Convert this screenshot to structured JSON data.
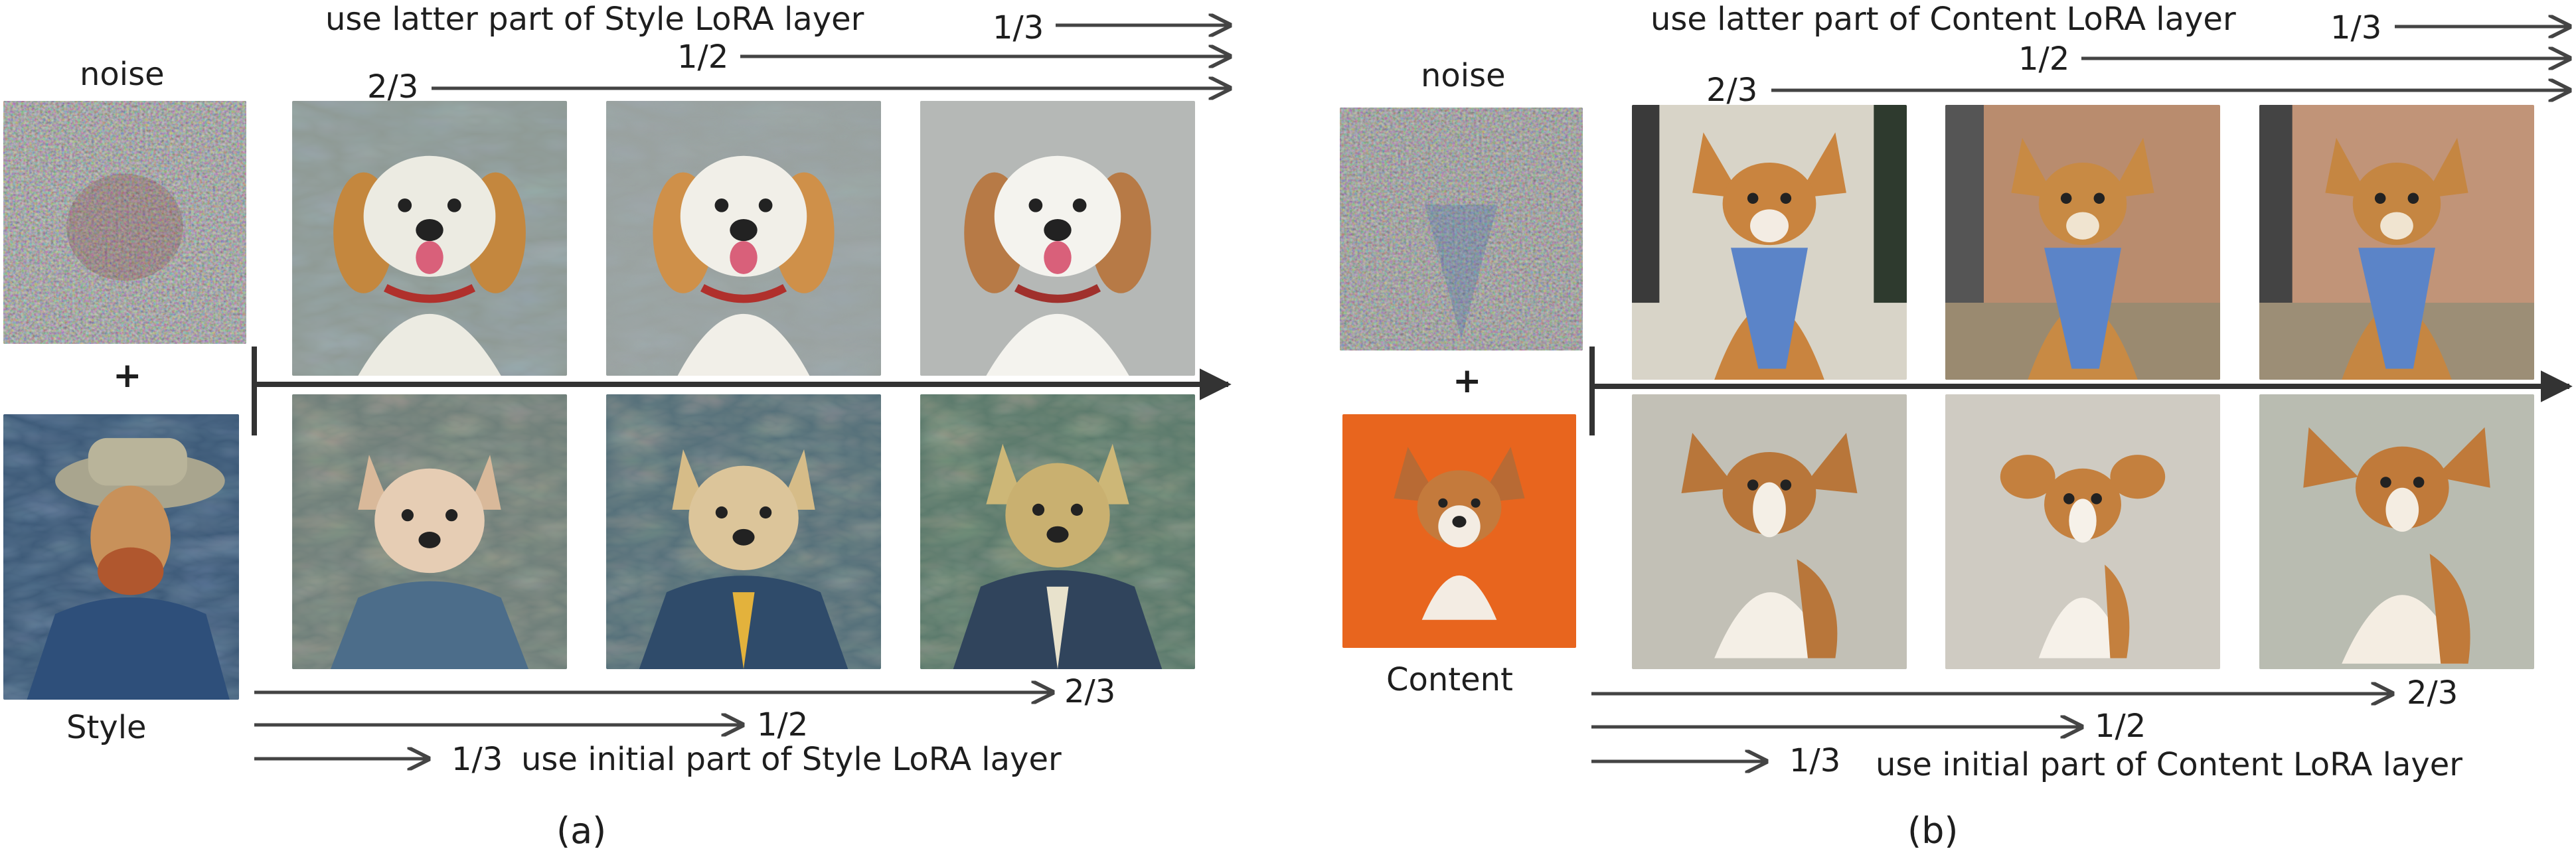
{
  "panel_a": {
    "caption": "(a)",
    "noise_label": "noise",
    "plus": "+",
    "input_label": "Style",
    "top_title": "use latter part of Style LoRA layer",
    "bottom_title": "use initial part of Style LoRA layer",
    "top_fractions": [
      "1/3",
      "1/2",
      "2/3"
    ],
    "bottom_fractions": [
      "2/3",
      "1/2",
      "1/3"
    ]
  },
  "panel_b": {
    "caption": "(b)",
    "noise_label": "noise",
    "plus": "+",
    "input_label": "Content",
    "top_title": "use latter part of Content LoRA layer",
    "bottom_title": "use initial part of Content LoRA layer",
    "top_fractions": [
      "1/3",
      "1/2",
      "2/3"
    ],
    "bottom_fractions": [
      "2/3",
      "1/2",
      "1/3"
    ]
  },
  "colors": {
    "arrow": "#444444",
    "painting_bg": "#7f8c90",
    "orange_bg": "#e8651e",
    "corgi_fur": "#c9843f",
    "scarf": "#5b84c8"
  },
  "icons": {
    "noise_image": "noise-texture-icon",
    "dog_image": "dog-picture-icon",
    "portrait_image": "portrait-picture-icon"
  }
}
